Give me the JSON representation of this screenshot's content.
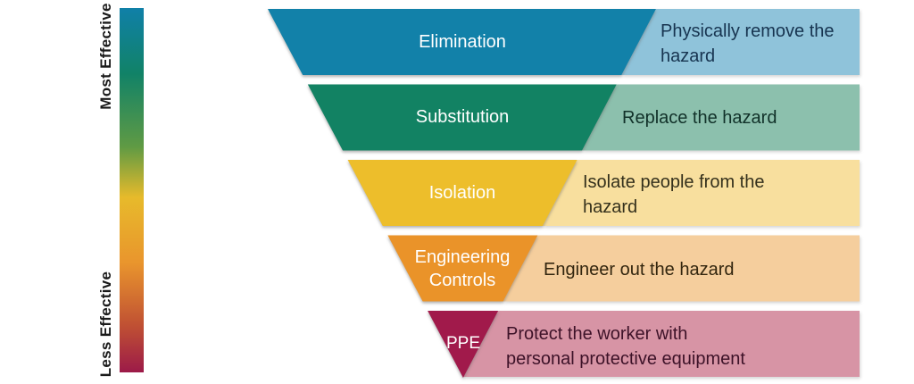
{
  "scale": {
    "most_label": "Most Effective",
    "less_label": "Less Effective",
    "gradient_colors": [
      "#1080A8",
      "#118267",
      "#5F9A44",
      "#E7BA2B",
      "#E9952D",
      "#C05133",
      "#9C1A48"
    ]
  },
  "rows": [
    {
      "label_lines": [
        "Elimination"
      ],
      "desc_lines": [
        "Physically remove the",
        "hazard"
      ],
      "colors": {
        "band": "#1281A9",
        "tint": "#8FC3DA",
        "label_text": "#FFFFFF",
        "desc_text": "#173450"
      }
    },
    {
      "label_lines": [
        "Substitution"
      ],
      "desc_lines": [
        "Replace the hazard"
      ],
      "colors": {
        "band": "#128263",
        "tint": "#8CC0AD",
        "label_text": "#FFFFFF",
        "desc_text": "#113129"
      }
    },
    {
      "label_lines": [
        "Isolation"
      ],
      "desc_lines": [
        "Isolate people from the",
        "hazard"
      ],
      "colors": {
        "band": "#EDBE2B",
        "tint": "#F8DF9E",
        "label_text": "#FFFFFF",
        "desc_text": "#34301C"
      }
    },
    {
      "label_lines": [
        "Engineering",
        "Controls"
      ],
      "desc_lines": [
        "Engineer out the hazard"
      ],
      "colors": {
        "band": "#EA9329",
        "tint": "#F5CE9D",
        "label_text": "#FFFFFF",
        "desc_text": "#33260F"
      }
    },
    {
      "label_lines": [
        "PPE"
      ],
      "desc_lines": [
        "Protect the worker with",
        "personal protective equipment"
      ],
      "colors": {
        "band": "#A11A4B",
        "tint": "#D794A5",
        "label_text": "#FFFFFF",
        "desc_text": "#3D1228"
      }
    }
  ]
}
